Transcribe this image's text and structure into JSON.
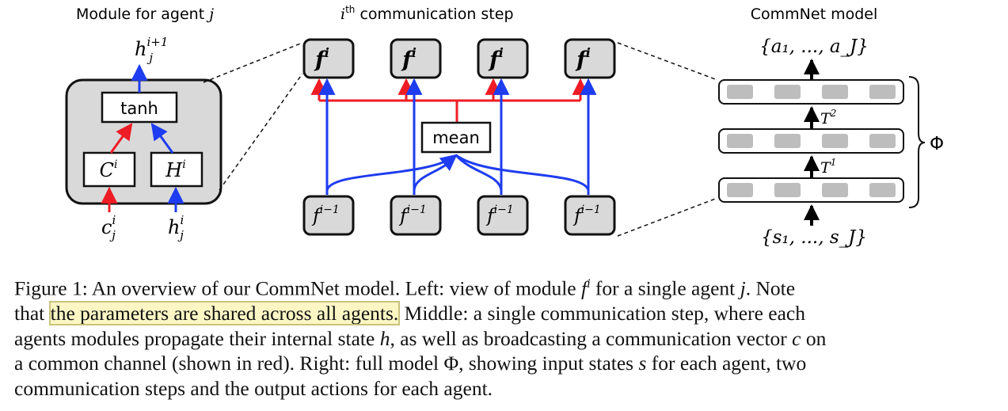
{
  "left": {
    "title_prefix": "Module for agent",
    "title_var": "j",
    "output": "h",
    "output_sub": "j",
    "output_sup": "i+1",
    "tanh": "tanh",
    "C": "C",
    "C_sup": "i",
    "H": "H",
    "H_sup": "i",
    "in_c": "c",
    "in_c_sub": "j",
    "in_c_sup": "i",
    "in_h": "h",
    "in_h_sub": "j",
    "in_h_sup": "i"
  },
  "middle": {
    "title_var": "i",
    "title_sup": "th",
    "title_rest": "communication step",
    "f": "f",
    "f_sup": "i",
    "f_prev_sup": "i−1",
    "mean": "mean"
  },
  "right": {
    "title": "CommNet model",
    "top": "{a₁, ..., a_J}",
    "bottom": "{s₁, ..., s_J}",
    "T2": "T",
    "T2_sup": "2",
    "T1": "T",
    "T1_sup": "1",
    "phi": "Φ"
  },
  "caption": {
    "l1a": "Figure 1: An overview of our CommNet model. Left: view of module ",
    "l1_f": "f",
    "l1_sup": "i",
    "l1b": " for a single agent ",
    "l1_j": "j",
    "l1c": ". Note",
    "l2a": "that ",
    "highlight": "the parameters are shared across all agents.",
    "l2b": " Middle: a single communication step, where each",
    "l3a": "agents modules propagate their internal state ",
    "l3_h": "h",
    "l3b": ", as well as broadcasting a communication vector ",
    "l3_c": "c",
    "l3c": " on",
    "l4": "a common channel (shown in red). Right: full model Φ, showing input states ",
    "l4_s": "s",
    "l4b": " for each agent, two",
    "l5": "communication steps and the output actions for each agent."
  },
  "colors": {
    "red": "#ee1c25",
    "blue": "#1e3cf0",
    "box_fill": "#d9d9d9",
    "cell_fill": "#bdbdbd"
  }
}
